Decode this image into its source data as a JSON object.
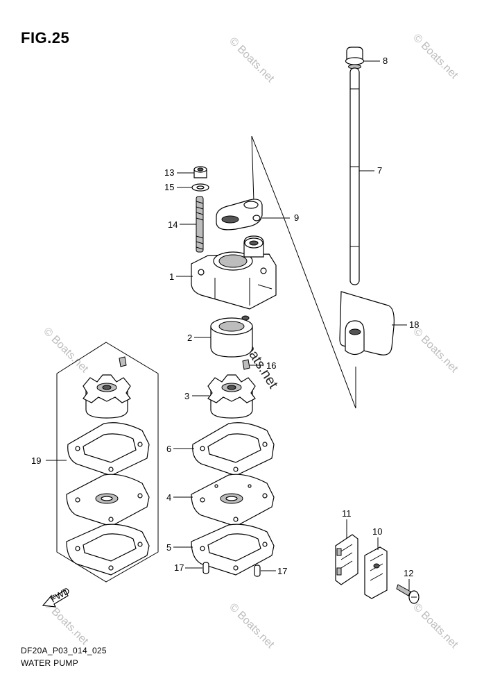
{
  "figure": {
    "title": "FIG.25",
    "code": "DF20A_P03_014_025",
    "name": "WATER PUMP"
  },
  "watermark": {
    "text": "© Boats.net"
  },
  "fwd_marker": {
    "label": "FWD"
  },
  "callouts": [
    {
      "id": "c1",
      "label": "1"
    },
    {
      "id": "c2",
      "label": "2"
    },
    {
      "id": "c3",
      "label": "3"
    },
    {
      "id": "c4",
      "label": "4"
    },
    {
      "id": "c5",
      "label": "5"
    },
    {
      "id": "c6",
      "label": "6"
    },
    {
      "id": "c7",
      "label": "7"
    },
    {
      "id": "c8",
      "label": "8"
    },
    {
      "id": "c9",
      "label": "9"
    },
    {
      "id": "c10",
      "label": "10"
    },
    {
      "id": "c11",
      "label": "11"
    },
    {
      "id": "c12",
      "label": "12"
    },
    {
      "id": "c13",
      "label": "13"
    },
    {
      "id": "c14",
      "label": "14"
    },
    {
      "id": "c15",
      "label": "15"
    },
    {
      "id": "c16",
      "label": "16"
    },
    {
      "id": "c17a",
      "label": "17"
    },
    {
      "id": "c17b",
      "label": "17"
    },
    {
      "id": "c18",
      "label": "18"
    },
    {
      "id": "c19",
      "label": "19"
    }
  ]
}
